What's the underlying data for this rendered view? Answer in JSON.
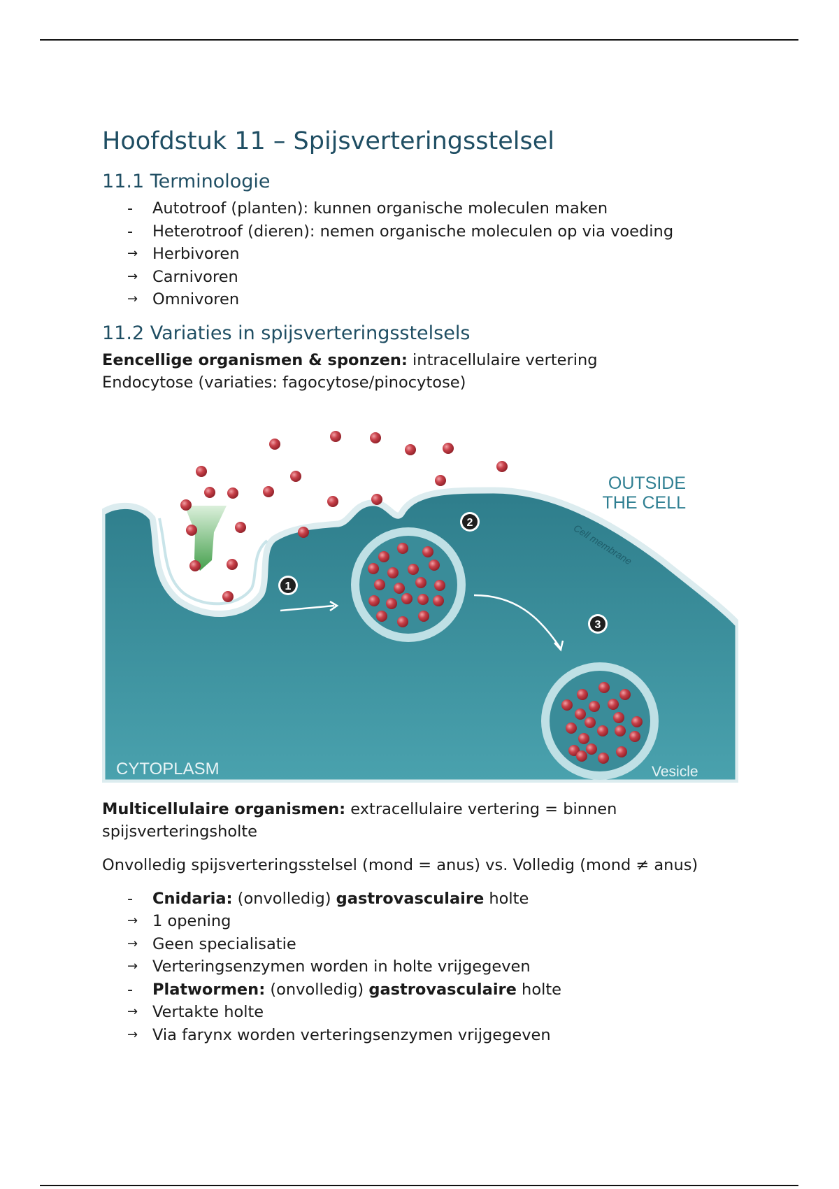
{
  "page": {
    "chapter_title": "Hoofdstuk 11 – Spijsverteringsstelsel",
    "sections": [
      {
        "heading": "11.1 Terminologie",
        "items": [
          {
            "text": "Autotroof (planten): kunnen organische moleculen maken"
          },
          {
            "text": "Heterotroof (dieren): nemen organische moleculen op via voeding",
            "sub": [
              "Herbivoren",
              "Carnivoren",
              "Omnivoren"
            ]
          }
        ]
      },
      {
        "heading": "11.2 Variaties in spijsverteringsstelsels",
        "intro": {
          "bold": "Eencellige organismen & sponzen:",
          "rest": " intracellulaire vertering",
          "line2": "Endocytose (variaties: fagocytose/pinocytose)"
        },
        "figure": {
          "outside_label_1": "OUTSIDE",
          "outside_label_2": "THE CELL",
          "membrane_label": "Cell membrane",
          "cytoplasm_label": "CYTOPLASM",
          "vesicle_label": "Vesicle",
          "step_1": "1",
          "step_2": "2",
          "step_3": "3",
          "colors": {
            "cytoplasm": "#3d8e9c",
            "membrane": "#cfe6ea",
            "particle": "#c8414a",
            "arrow": "#4caf50"
          }
        },
        "multi": {
          "bold": "Multicellulaire organismen:",
          "rest": " extracellulaire vertering = binnen spijsverteringsholte"
        },
        "compare": "Onvolledig spijsverteringsstelsel (mond = anus) vs. Volledig (mond ≠ anus)",
        "groups": [
          {
            "name": "Cnidaria:",
            "mid": " (onvolledig) ",
            "bold2": "gastrovasculaire",
            "end": " holte",
            "sub": [
              "1 opening",
              "Geen specialisatie",
              "Verteringsenzymen worden in holte vrijgegeven"
            ]
          },
          {
            "name": "Platwormen:",
            "mid": " (onvolledig) ",
            "bold2": "gastrovasculaire",
            "end": " holte",
            "sub": [
              "Vertakte holte",
              "Via farynx worden verteringsenzymen vrijgegeven"
            ]
          }
        ]
      }
    ]
  }
}
